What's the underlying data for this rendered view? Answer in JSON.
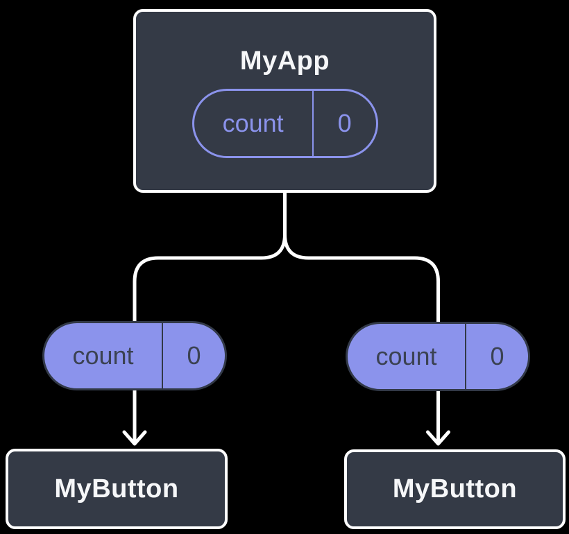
{
  "colors": {
    "background": "#000000",
    "card-bg": "#343a46",
    "card-border": "#ffffff",
    "card-text": "#f6f7f9",
    "accent-purple": "#8b93ec",
    "pill-dark-border": "#323947",
    "pill-dark-text": "#3b4252",
    "connector": "#ffffff"
  },
  "tree": {
    "root": {
      "label": "MyApp",
      "state": {
        "name": "count",
        "value": "0"
      }
    },
    "children": [
      {
        "label": "MyButton",
        "prop": {
          "name": "count",
          "value": "0"
        }
      },
      {
        "label": "MyButton",
        "prop": {
          "name": "count",
          "value": "0"
        }
      }
    ]
  }
}
